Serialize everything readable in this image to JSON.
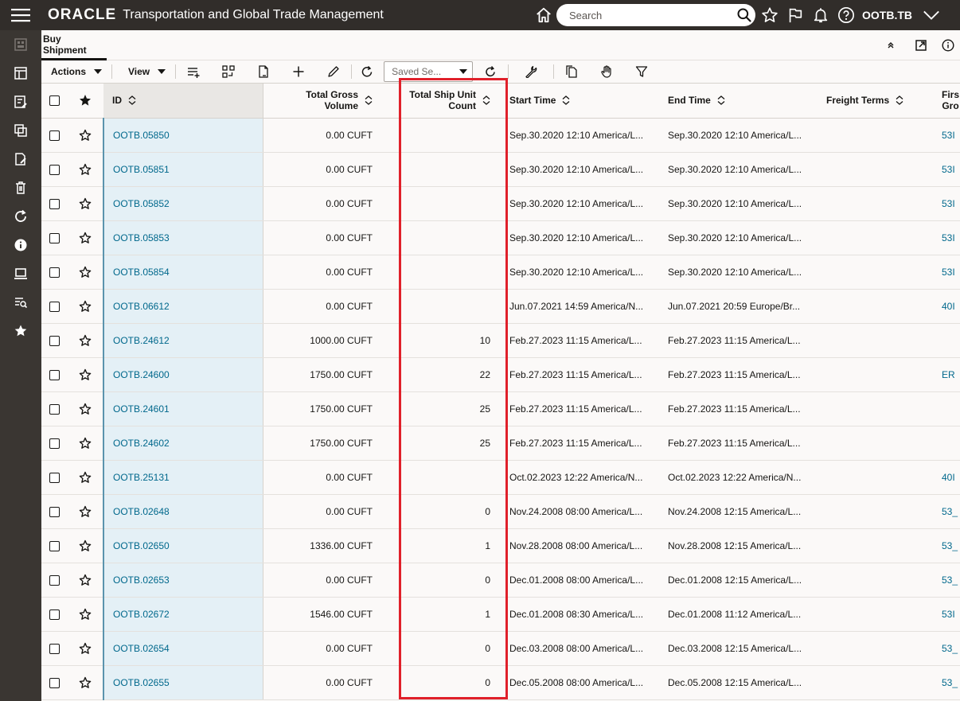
{
  "header": {
    "brand": "ORACLE",
    "app_title": "Transportation and Global Trade Management",
    "search_placeholder": "Search",
    "user": "OOTB.TB"
  },
  "tab": {
    "title": "Buy Shipment"
  },
  "toolbar": {
    "actions_label": "Actions",
    "view_label": "View",
    "saved_search_label": "Saved Se..."
  },
  "table": {
    "columns": {
      "id": "ID",
      "gross_volume": "Total Gross Volume",
      "ship_unit_count": "Total Ship Unit Count",
      "start_time": "Start Time",
      "end_time": "End Time",
      "freight_terms": "Freight Terms",
      "first": "Firs Gro"
    },
    "rows": [
      {
        "id": "OOTB.05850",
        "volume": "0.00 CUFT",
        "count": "",
        "start": "Sep.30.2020 12:10 America/L...",
        "end": "Sep.30.2020 12:10 America/L...",
        "freight": "",
        "first": "53I"
      },
      {
        "id": "OOTB.05851",
        "volume": "0.00 CUFT",
        "count": "",
        "start": "Sep.30.2020 12:10 America/L...",
        "end": "Sep.30.2020 12:10 America/L...",
        "freight": "",
        "first": "53I"
      },
      {
        "id": "OOTB.05852",
        "volume": "0.00 CUFT",
        "count": "",
        "start": "Sep.30.2020 12:10 America/L...",
        "end": "Sep.30.2020 12:10 America/L...",
        "freight": "",
        "first": "53I"
      },
      {
        "id": "OOTB.05853",
        "volume": "0.00 CUFT",
        "count": "",
        "start": "Sep.30.2020 12:10 America/L...",
        "end": "Sep.30.2020 12:10 America/L...",
        "freight": "",
        "first": "53I"
      },
      {
        "id": "OOTB.05854",
        "volume": "0.00 CUFT",
        "count": "",
        "start": "Sep.30.2020 12:10 America/L...",
        "end": "Sep.30.2020 12:10 America/L...",
        "freight": "",
        "first": "53I"
      },
      {
        "id": "OOTB.06612",
        "volume": "0.00 CUFT",
        "count": "",
        "start": "Jun.07.2021 14:59 America/N...",
        "end": "Jun.07.2021 20:59 Europe/Br...",
        "freight": "",
        "first": "40I"
      },
      {
        "id": "OOTB.24612",
        "volume": "1000.00 CUFT",
        "count": "10",
        "start": "Feb.27.2023 11:15 America/L...",
        "end": "Feb.27.2023 11:15 America/L...",
        "freight": "",
        "first": ""
      },
      {
        "id": "OOTB.24600",
        "volume": "1750.00 CUFT",
        "count": "22",
        "start": "Feb.27.2023 11:15 America/L...",
        "end": "Feb.27.2023 11:15 America/L...",
        "freight": "",
        "first": "ER"
      },
      {
        "id": "OOTB.24601",
        "volume": "1750.00 CUFT",
        "count": "25",
        "start": "Feb.27.2023 11:15 America/L...",
        "end": "Feb.27.2023 11:15 America/L...",
        "freight": "",
        "first": ""
      },
      {
        "id": "OOTB.24602",
        "volume": "1750.00 CUFT",
        "count": "25",
        "start": "Feb.27.2023 11:15 America/L...",
        "end": "Feb.27.2023 11:15 America/L...",
        "freight": "",
        "first": ""
      },
      {
        "id": "OOTB.25131",
        "volume": "0.00 CUFT",
        "count": "",
        "start": "Oct.02.2023 12:22 America/N...",
        "end": "Oct.02.2023 12:22 America/N...",
        "freight": "",
        "first": "40I"
      },
      {
        "id": "OOTB.02648",
        "volume": "0.00 CUFT",
        "count": "0",
        "start": "Nov.24.2008 08:00 America/L...",
        "end": "Nov.24.2008 12:15 America/L...",
        "freight": "",
        "first": "53_"
      },
      {
        "id": "OOTB.02650",
        "volume": "1336.00 CUFT",
        "count": "1",
        "start": "Nov.28.2008 08:00 America/L...",
        "end": "Nov.28.2008 12:15 America/L...",
        "freight": "",
        "first": "53_"
      },
      {
        "id": "OOTB.02653",
        "volume": "0.00 CUFT",
        "count": "0",
        "start": "Dec.01.2008 08:00 America/L...",
        "end": "Dec.01.2008 12:15 America/L...",
        "freight": "",
        "first": "53_"
      },
      {
        "id": "OOTB.02672",
        "volume": "1546.00 CUFT",
        "count": "1",
        "start": "Dec.01.2008 08:30 America/L...",
        "end": "Dec.01.2008 11:12 America/L...",
        "freight": "",
        "first": "53I"
      },
      {
        "id": "OOTB.02654",
        "volume": "0.00 CUFT",
        "count": "0",
        "start": "Dec.03.2008 08:00 America/L...",
        "end": "Dec.03.2008 12:15 America/L...",
        "freight": "",
        "first": "53_"
      },
      {
        "id": "OOTB.02655",
        "volume": "0.00 CUFT",
        "count": "0",
        "start": "Dec.05.2008 08:00 America/L...",
        "end": "Dec.05.2008 12:15 America/L...",
        "freight": "",
        "first": "53_"
      }
    ]
  },
  "colors": {
    "header_bg": "#312d2a",
    "rail_bg": "#3a3632",
    "link": "#00688c",
    "id_col_bg": "#e4f0f6",
    "highlight": "#e0202a"
  }
}
